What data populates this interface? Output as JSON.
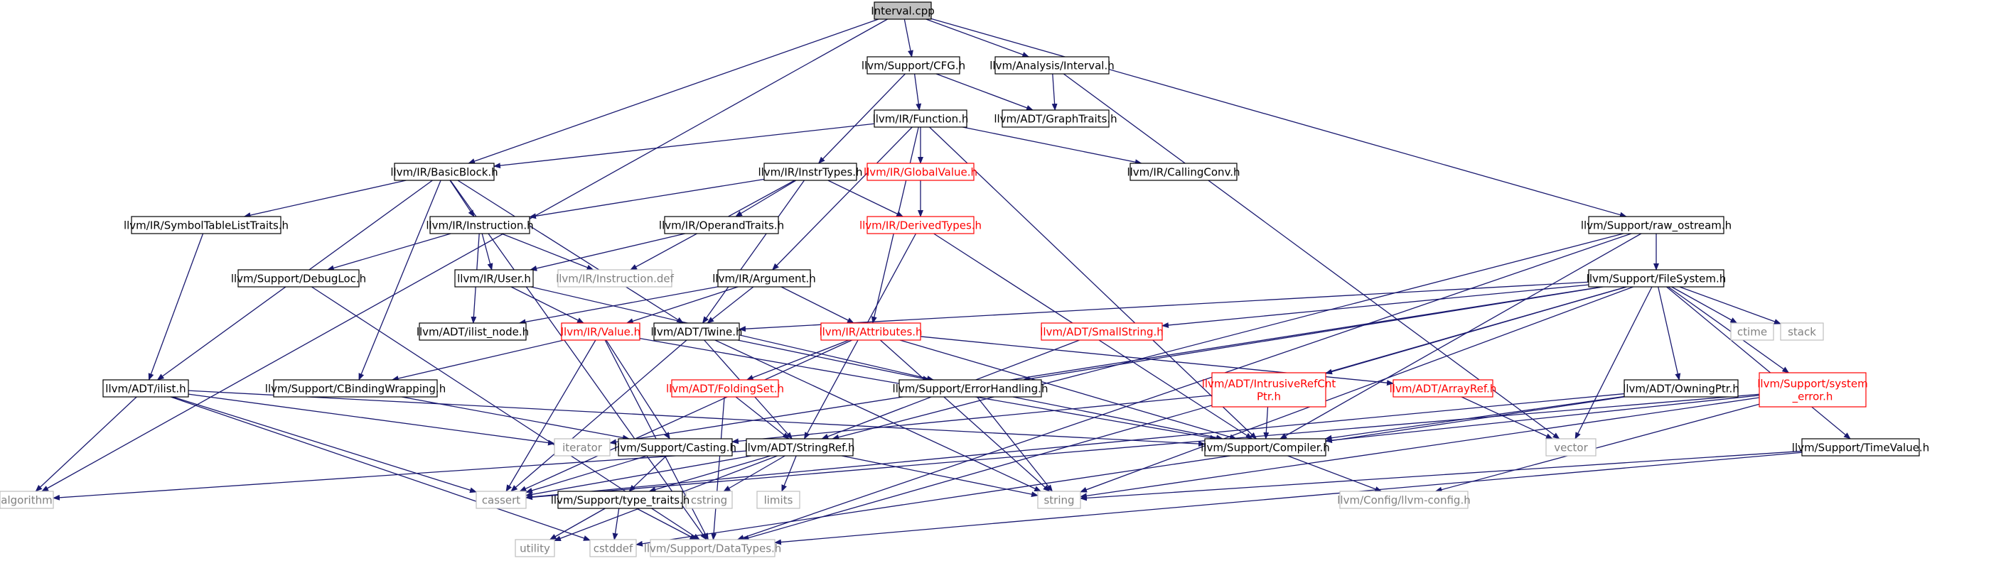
{
  "colors": {
    "edge": "#191970",
    "box_stroke": "#000000",
    "focus_fill": "#bfbfbf",
    "normal_fill": "#ffffff",
    "normal_text": "#000000",
    "missing_text": "#ff0000",
    "missing_stroke": "#ff0000",
    "system_stroke": "#bfbfbf",
    "system_text": "#808080"
  },
  "nodes": [
    {
      "id": "interval_cpp",
      "label": "Interval.cpp",
      "kind": "focus"
    },
    {
      "id": "support_cfg",
      "label": "llvm/Support/CFG.h",
      "kind": "normal"
    },
    {
      "id": "analysis_interval",
      "label": "llvm/Analysis/Interval.h",
      "kind": "normal"
    },
    {
      "id": "ir_function",
      "label": "llvm/IR/Function.h",
      "kind": "normal"
    },
    {
      "id": "adt_graphtraits",
      "label": "llvm/ADT/GraphTraits.h",
      "kind": "normal"
    },
    {
      "id": "ir_basicblock",
      "label": "llvm/IR/BasicBlock.h",
      "kind": "normal"
    },
    {
      "id": "ir_instrtypes",
      "label": "llvm/IR/InstrTypes.h",
      "kind": "normal"
    },
    {
      "id": "ir_globalvalue",
      "label": "llvm/IR/GlobalValue.h",
      "kind": "missing"
    },
    {
      "id": "ir_callingconv",
      "label": "llvm/IR/CallingConv.h",
      "kind": "normal"
    },
    {
      "id": "ir_symboltable",
      "label": "llvm/IR/SymbolTableListTraits.h",
      "kind": "normal"
    },
    {
      "id": "ir_instruction",
      "label": "llvm/IR/Instruction.h",
      "kind": "normal"
    },
    {
      "id": "ir_operandtraits",
      "label": "llvm/IR/OperandTraits.h",
      "kind": "normal"
    },
    {
      "id": "ir_derivedtypes",
      "label": "llvm/IR/DerivedTypes.h",
      "kind": "missing"
    },
    {
      "id": "support_raw_ostream",
      "label": "llvm/Support/raw_ostream.h",
      "kind": "normal"
    },
    {
      "id": "support_debugloc",
      "label": "llvm/Support/DebugLoc.h",
      "kind": "normal"
    },
    {
      "id": "ir_user",
      "label": "llvm/IR/User.h",
      "kind": "normal"
    },
    {
      "id": "ir_instruction_def",
      "label": "llvm/IR/Instruction.def",
      "kind": "system"
    },
    {
      "id": "ir_argument",
      "label": "llvm/IR/Argument.h",
      "kind": "normal"
    },
    {
      "id": "support_filesystem",
      "label": "llvm/Support/FileSystem.h",
      "kind": "normal"
    },
    {
      "id": "adt_ilist_node",
      "label": "llvm/ADT/ilist_node.h",
      "kind": "normal"
    },
    {
      "id": "ir_value",
      "label": "llvm/IR/Value.h",
      "kind": "missing"
    },
    {
      "id": "adt_twine",
      "label": "llvm/ADT/Twine.h",
      "kind": "normal"
    },
    {
      "id": "ir_attributes",
      "label": "llvm/IR/Attributes.h",
      "kind": "missing"
    },
    {
      "id": "adt_smallstring",
      "label": "llvm/ADT/SmallString.h",
      "kind": "missing"
    },
    {
      "id": "ctime",
      "label": "ctime",
      "kind": "system"
    },
    {
      "id": "stack",
      "label": "stack",
      "kind": "system"
    },
    {
      "id": "adt_ilist",
      "label": "llvm/ADT/ilist.h",
      "kind": "normal"
    },
    {
      "id": "support_cbinding",
      "label": "llvm/Support/CBindingWrapping.h",
      "kind": "normal"
    },
    {
      "id": "adt_foldingset",
      "label": "llvm/ADT/FoldingSet.h",
      "kind": "missing"
    },
    {
      "id": "support_errorhandling",
      "label": "llvm/Support/ErrorHandling.h",
      "kind": "normal"
    },
    {
      "id": "adt_intrusiverefcnt",
      "label": "llvm/ADT/IntrusiveRefCnt\nPtr.h",
      "kind": "missing"
    },
    {
      "id": "adt_arrayref",
      "label": "llvm/ADT/ArrayRef.h",
      "kind": "missing"
    },
    {
      "id": "adt_owningptr",
      "label": "llvm/ADT/OwningPtr.h",
      "kind": "normal"
    },
    {
      "id": "support_system_error",
      "label": "llvm/Support/system\n_error.h",
      "kind": "missing"
    },
    {
      "id": "iterator",
      "label": "iterator",
      "kind": "system"
    },
    {
      "id": "support_casting",
      "label": "llvm/Support/Casting.h",
      "kind": "normal"
    },
    {
      "id": "adt_stringref",
      "label": "llvm/ADT/StringRef.h",
      "kind": "normal"
    },
    {
      "id": "support_compiler",
      "label": "llvm/Support/Compiler.h",
      "kind": "normal"
    },
    {
      "id": "vector",
      "label": "vector",
      "kind": "system"
    },
    {
      "id": "support_timevalue",
      "label": "llvm/Support/TimeValue.h",
      "kind": "normal"
    },
    {
      "id": "algorithm",
      "label": "algorithm",
      "kind": "system"
    },
    {
      "id": "cassert",
      "label": "cassert",
      "kind": "system"
    },
    {
      "id": "cstring",
      "label": "cstring",
      "kind": "system"
    },
    {
      "id": "limits",
      "label": "limits",
      "kind": "system"
    },
    {
      "id": "string",
      "label": "string",
      "kind": "system"
    },
    {
      "id": "config_llvm_config",
      "label": "llvm/Config/llvm-config.h",
      "kind": "system"
    },
    {
      "id": "support_type_traits",
      "label": "llvm/Support/type_traits.h",
      "kind": "normal"
    },
    {
      "id": "utility",
      "label": "utility",
      "kind": "system"
    },
    {
      "id": "cstddef",
      "label": "cstddef",
      "kind": "system"
    },
    {
      "id": "support_datatypes",
      "label": "llvm/Support/DataTypes.h",
      "kind": "system"
    }
  ],
  "edges": [
    [
      "interval_cpp",
      "support_cfg"
    ],
    [
      "interval_cpp",
      "analysis_interval"
    ],
    [
      "interval_cpp",
      "ir_basicblock"
    ],
    [
      "interval_cpp",
      "support_raw_ostream"
    ],
    [
      "interval_cpp",
      "algorithm"
    ],
    [
      "support_cfg",
      "ir_function"
    ],
    [
      "support_cfg",
      "adt_graphtraits"
    ],
    [
      "support_cfg",
      "ir_instrtypes"
    ],
    [
      "analysis_interval",
      "adt_graphtraits"
    ],
    [
      "analysis_interval",
      "vector"
    ],
    [
      "ir_function",
      "ir_basicblock"
    ],
    [
      "ir_function",
      "ir_globalvalue"
    ],
    [
      "ir_function",
      "ir_callingconv"
    ],
    [
      "ir_function",
      "ir_argument"
    ],
    [
      "ir_function",
      "ir_attributes"
    ],
    [
      "ir_function",
      "support_compiler"
    ],
    [
      "ir_globalvalue",
      "ir_derivedtypes"
    ],
    [
      "ir_basicblock",
      "ir_symboltable"
    ],
    [
      "ir_basicblock",
      "ir_instruction"
    ],
    [
      "ir_basicblock",
      "adt_ilist"
    ],
    [
      "ir_basicblock",
      "adt_twine"
    ],
    [
      "ir_basicblock",
      "support_cbinding"
    ],
    [
      "ir_basicblock",
      "support_datatypes"
    ],
    [
      "ir_instrtypes",
      "ir_instruction"
    ],
    [
      "ir_instrtypes",
      "ir_operandtraits"
    ],
    [
      "ir_instrtypes",
      "ir_derivedtypes"
    ],
    [
      "ir_instrtypes",
      "adt_twine"
    ],
    [
      "ir_instrtypes",
      "ir_instruction_def"
    ],
    [
      "ir_symboltable",
      "adt_ilist"
    ],
    [
      "ir_instruction",
      "support_debugloc"
    ],
    [
      "ir_instruction",
      "ir_user"
    ],
    [
      "ir_instruction",
      "ir_instruction_def"
    ],
    [
      "ir_instruction",
      "adt_ilist_node"
    ],
    [
      "ir_operandtraits",
      "ir_user"
    ],
    [
      "ir_derivedtypes",
      "adt_stringref"
    ],
    [
      "ir_derivedtypes",
      "support_compiler"
    ],
    [
      "support_debugloc",
      "support_datatypes"
    ],
    [
      "ir_user",
      "ir_value"
    ],
    [
      "ir_user",
      "support_errorhandling"
    ],
    [
      "ir_argument",
      "adt_twine"
    ],
    [
      "ir_argument",
      "ir_value"
    ],
    [
      "ir_argument",
      "adt_ilist_node"
    ],
    [
      "ir_argument",
      "ir_attributes"
    ],
    [
      "support_raw_ostream",
      "support_filesystem"
    ],
    [
      "support_raw_ostream",
      "adt_stringref"
    ],
    [
      "support_raw_ostream",
      "support_compiler"
    ],
    [
      "support_raw_ostream",
      "support_datatypes"
    ],
    [
      "support_filesystem",
      "adt_twine"
    ],
    [
      "support_filesystem",
      "adt_smallstring"
    ],
    [
      "support_filesystem",
      "ctime"
    ],
    [
      "support_filesystem",
      "stack"
    ],
    [
      "support_filesystem",
      "adt_intrusiverefcnt"
    ],
    [
      "support_filesystem",
      "adt_owningptr"
    ],
    [
      "support_filesystem",
      "support_system_error"
    ],
    [
      "support_filesystem",
      "support_timevalue"
    ],
    [
      "support_filesystem",
      "support_errorhandling"
    ],
    [
      "support_filesystem",
      "vector"
    ],
    [
      "support_filesystem",
      "iterator"
    ],
    [
      "support_filesystem",
      "string"
    ],
    [
      "support_filesystem",
      "support_datatypes"
    ],
    [
      "ir_value",
      "support_cbinding"
    ],
    [
      "ir_value",
      "support_casting"
    ],
    [
      "ir_value",
      "support_compiler"
    ],
    [
      "ir_value",
      "cassert"
    ],
    [
      "ir_value",
      "support_datatypes"
    ],
    [
      "adt_twine",
      "adt_stringref"
    ],
    [
      "adt_twine",
      "support_errorhandling"
    ],
    [
      "adt_twine",
      "cassert"
    ],
    [
      "adt_twine",
      "string"
    ],
    [
      "ir_attributes",
      "adt_foldingset"
    ],
    [
      "ir_attributes",
      "adt_arrayref"
    ],
    [
      "ir_attributes",
      "support_compiler"
    ],
    [
      "ir_attributes",
      "cassert"
    ],
    [
      "ir_attributes",
      "string"
    ],
    [
      "adt_smallstring",
      "adt_stringref"
    ],
    [
      "adt_ilist",
      "algorithm"
    ],
    [
      "adt_ilist",
      "iterator"
    ],
    [
      "adt_ilist",
      "cassert"
    ],
    [
      "adt_ilist",
      "cstddef"
    ],
    [
      "adt_ilist",
      "support_compiler"
    ],
    [
      "support_cbinding",
      "support_casting"
    ],
    [
      "adt_foldingset",
      "adt_stringref"
    ],
    [
      "adt_foldingset",
      "support_datatypes"
    ],
    [
      "support_errorhandling",
      "support_compiler"
    ],
    [
      "support_errorhandling",
      "string"
    ],
    [
      "adt_intrusiverefcnt",
      "support_casting"
    ],
    [
      "adt_intrusiverefcnt",
      "support_compiler"
    ],
    [
      "adt_arrayref",
      "vector"
    ],
    [
      "adt_owningptr",
      "support_compiler"
    ],
    [
      "adt_owningptr",
      "cassert"
    ],
    [
      "adt_owningptr",
      "cstddef"
    ],
    [
      "support_system_error",
      "support_compiler"
    ],
    [
      "support_system_error",
      "cassert"
    ],
    [
      "support_system_error",
      "string"
    ],
    [
      "support_system_error",
      "config_llvm_config"
    ],
    [
      "support_casting",
      "support_type_traits"
    ],
    [
      "support_casting",
      "cassert"
    ],
    [
      "adt_stringref",
      "algorithm"
    ],
    [
      "adt_stringref",
      "cassert"
    ],
    [
      "adt_stringref",
      "cstring"
    ],
    [
      "adt_stringref",
      "limits"
    ],
    [
      "adt_stringref",
      "string"
    ],
    [
      "adt_stringref",
      "utility"
    ],
    [
      "adt_stringref",
      "support_type_traits"
    ],
    [
      "support_compiler",
      "config_llvm_config"
    ],
    [
      "support_timevalue",
      "support_datatypes"
    ],
    [
      "support_timevalue",
      "string"
    ],
    [
      "support_type_traits",
      "utility"
    ],
    [
      "support_type_traits",
      "cstddef"
    ],
    [
      "support_type_traits",
      "support_datatypes"
    ]
  ]
}
